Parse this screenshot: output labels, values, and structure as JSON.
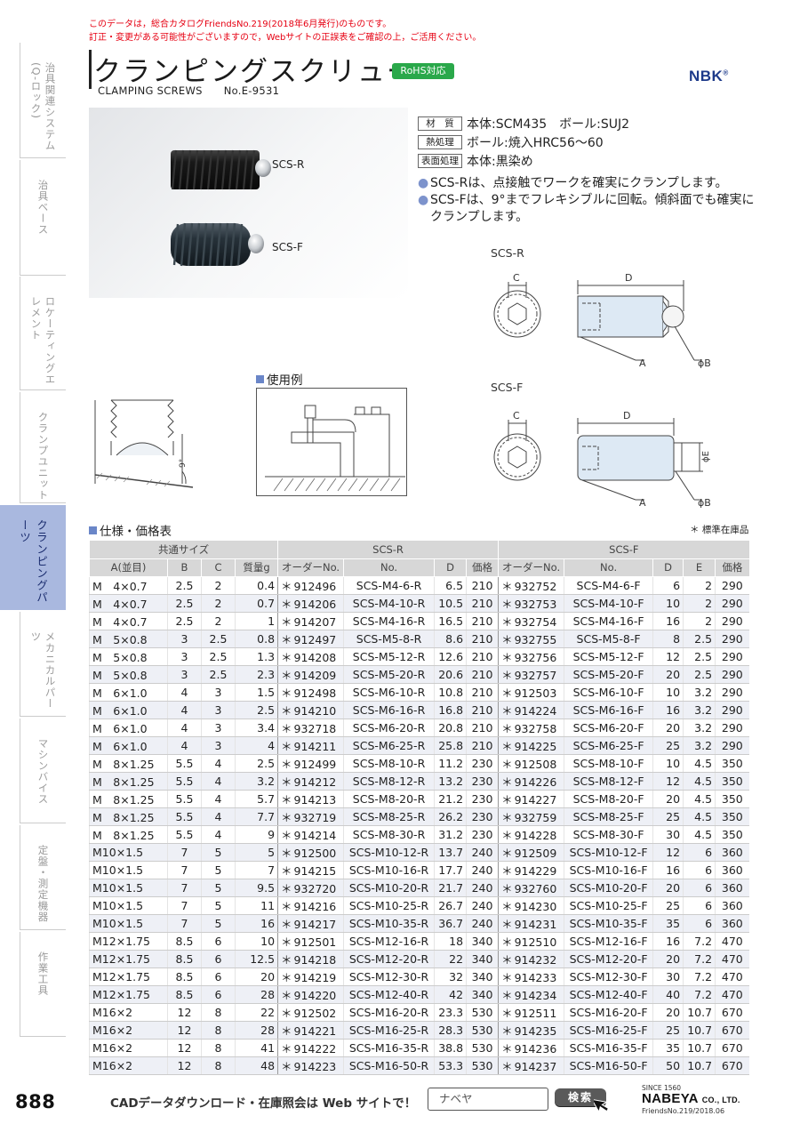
{
  "notice": {
    "line1": "このデータは，総合カタログFriendsNo.219(2018年6月発行)のものです。",
    "line2": "訂正・変更がある可能性がございますので，Webサイトの正誤表をご確認の上，ご活用ください。"
  },
  "sidebar": [
    {
      "label": "治具関連システム(Q-ロック)",
      "active": false
    },
    {
      "label": "治具ベース",
      "active": false
    },
    {
      "label": "ロケーティングエレメント",
      "active": false
    },
    {
      "label": "クランプユニット",
      "active": false
    },
    {
      "label": "クランピングパーツ",
      "active": true
    },
    {
      "label": "メカニカルパーツ",
      "active": false
    },
    {
      "label": "マシンバイス",
      "active": false
    },
    {
      "label": "定盤・測定機器",
      "active": false
    },
    {
      "label": "作業工具",
      "active": false
    }
  ],
  "header": {
    "title": "クランピングスクリュー",
    "rohs": "RoHS対応",
    "subtitle": "CLAMPING SCREWS",
    "catalog": "No.E-9531",
    "logo": "NBK",
    "logo_mark": "®"
  },
  "photo": {
    "label_r": "SCS-R",
    "label_f": "SCS-F"
  },
  "specs": [
    {
      "key": "材　質",
      "value": "本体:SCM435　ボール:SUJ2"
    },
    {
      "key": "熱処理",
      "value": "ボール:焼入HRC56～60"
    },
    {
      "key": "表面処理",
      "value": "本体:黒染め"
    }
  ],
  "features": [
    "SCS-Rは、点接触でワークを確実にクランプします。",
    "SCS-Fは、9°までフレキシブルに回転。傾斜面でも確実にクランプします。"
  ],
  "drawings": {
    "r_title": "SCS-R",
    "f_title": "SCS-F",
    "c": "C",
    "d": "D",
    "a": "A",
    "b": "ϕB",
    "e": "ϕE",
    "angle": "9°"
  },
  "usage_title": "使用例",
  "table_title": "仕様・価格表",
  "legend": "＊ 標準在庫品",
  "table": {
    "group_common": "共通サイズ",
    "group_r": "SCS-R",
    "group_f": "SCS-F",
    "headers": [
      "A(並目)",
      "B",
      "C",
      "質量g",
      "オーダーNo.",
      "No.",
      "D",
      "価格",
      "オーダーNo.",
      "No.",
      "D",
      "E",
      "価格"
    ],
    "rows": [
      [
        "M　4×0.7",
        "2.5",
        "2",
        "0.4",
        "912496",
        "SCS-M4-6-R",
        "6.5",
        "210",
        "932752",
        "SCS-M4-6-F",
        "6",
        "2",
        "290"
      ],
      [
        "M　4×0.7",
        "2.5",
        "2",
        "0.7",
        "914206",
        "SCS-M4-10-R",
        "10.5",
        "210",
        "932753",
        "SCS-M4-10-F",
        "10",
        "2",
        "290"
      ],
      [
        "M　4×0.7",
        "2.5",
        "2",
        "1",
        "914207",
        "SCS-M4-16-R",
        "16.5",
        "210",
        "932754",
        "SCS-M4-16-F",
        "16",
        "2",
        "290"
      ],
      [
        "M　5×0.8",
        "3",
        "2.5",
        "0.8",
        "912497",
        "SCS-M5-8-R",
        "8.6",
        "210",
        "932755",
        "SCS-M5-8-F",
        "8",
        "2.5",
        "290"
      ],
      [
        "M　5×0.8",
        "3",
        "2.5",
        "1.3",
        "914208",
        "SCS-M5-12-R",
        "12.6",
        "210",
        "932756",
        "SCS-M5-12-F",
        "12",
        "2.5",
        "290"
      ],
      [
        "M　5×0.8",
        "3",
        "2.5",
        "2.3",
        "914209",
        "SCS-M5-20-R",
        "20.6",
        "210",
        "932757",
        "SCS-M5-20-F",
        "20",
        "2.5",
        "290"
      ],
      [
        "M　6×1.0",
        "4",
        "3",
        "1.5",
        "912498",
        "SCS-M6-10-R",
        "10.8",
        "210",
        "912503",
        "SCS-M6-10-F",
        "10",
        "3.2",
        "290"
      ],
      [
        "M　6×1.0",
        "4",
        "3",
        "2.5",
        "914210",
        "SCS-M6-16-R",
        "16.8",
        "210",
        "914224",
        "SCS-M6-16-F",
        "16",
        "3.2",
        "290"
      ],
      [
        "M　6×1.0",
        "4",
        "3",
        "3.4",
        "932718",
        "SCS-M6-20-R",
        "20.8",
        "210",
        "932758",
        "SCS-M6-20-F",
        "20",
        "3.2",
        "290"
      ],
      [
        "M　6×1.0",
        "4",
        "3",
        "4",
        "914211",
        "SCS-M6-25-R",
        "25.8",
        "210",
        "914225",
        "SCS-M6-25-F",
        "25",
        "3.2",
        "290"
      ],
      [
        "M　8×1.25",
        "5.5",
        "4",
        "2.5",
        "912499",
        "SCS-M8-10-R",
        "11.2",
        "230",
        "912508",
        "SCS-M8-10-F",
        "10",
        "4.5",
        "350"
      ],
      [
        "M　8×1.25",
        "5.5",
        "4",
        "3.2",
        "914212",
        "SCS-M8-12-R",
        "13.2",
        "230",
        "914226",
        "SCS-M8-12-F",
        "12",
        "4.5",
        "350"
      ],
      [
        "M　8×1.25",
        "5.5",
        "4",
        "5.7",
        "914213",
        "SCS-M8-20-R",
        "21.2",
        "230",
        "914227",
        "SCS-M8-20-F",
        "20",
        "4.5",
        "350"
      ],
      [
        "M　8×1.25",
        "5.5",
        "4",
        "7.7",
        "932719",
        "SCS-M8-25-R",
        "26.2",
        "230",
        "932759",
        "SCS-M8-25-F",
        "25",
        "4.5",
        "350"
      ],
      [
        "M　8×1.25",
        "5.5",
        "4",
        "9",
        "914214",
        "SCS-M8-30-R",
        "31.2",
        "230",
        "914228",
        "SCS-M8-30-F",
        "30",
        "4.5",
        "350"
      ],
      [
        "M10×1.5",
        "7",
        "5",
        "5",
        "912500",
        "SCS-M10-12-R",
        "13.7",
        "240",
        "912509",
        "SCS-M10-12-F",
        "12",
        "6",
        "360"
      ],
      [
        "M10×1.5",
        "7",
        "5",
        "7",
        "914215",
        "SCS-M10-16-R",
        "17.7",
        "240",
        "914229",
        "SCS-M10-16-F",
        "16",
        "6",
        "360"
      ],
      [
        "M10×1.5",
        "7",
        "5",
        "9.5",
        "932720",
        "SCS-M10-20-R",
        "21.7",
        "240",
        "932760",
        "SCS-M10-20-F",
        "20",
        "6",
        "360"
      ],
      [
        "M10×1.5",
        "7",
        "5",
        "11",
        "914216",
        "SCS-M10-25-R",
        "26.7",
        "240",
        "914230",
        "SCS-M10-25-F",
        "25",
        "6",
        "360"
      ],
      [
        "M10×1.5",
        "7",
        "5",
        "16",
        "914217",
        "SCS-M10-35-R",
        "36.7",
        "240",
        "914231",
        "SCS-M10-35-F",
        "35",
        "6",
        "360"
      ],
      [
        "M12×1.75",
        "8.5",
        "6",
        "10",
        "912501",
        "SCS-M12-16-R",
        "18",
        "340",
        "912510",
        "SCS-M12-16-F",
        "16",
        "7.2",
        "470"
      ],
      [
        "M12×1.75",
        "8.5",
        "6",
        "12.5",
        "914218",
        "SCS-M12-20-R",
        "22",
        "340",
        "914232",
        "SCS-M12-20-F",
        "20",
        "7.2",
        "470"
      ],
      [
        "M12×1.75",
        "8.5",
        "6",
        "20",
        "914219",
        "SCS-M12-30-R",
        "32",
        "340",
        "914233",
        "SCS-M12-30-F",
        "30",
        "7.2",
        "470"
      ],
      [
        "M12×1.75",
        "8.5",
        "6",
        "28",
        "914220",
        "SCS-M12-40-R",
        "42",
        "340",
        "914234",
        "SCS-M12-40-F",
        "40",
        "7.2",
        "470"
      ],
      [
        "M16×2",
        "12",
        "8",
        "22",
        "912502",
        "SCS-M16-20-R",
        "23.3",
        "530",
        "912511",
        "SCS-M16-20-F",
        "20",
        "10.7",
        "670"
      ],
      [
        "M16×2",
        "12",
        "8",
        "28",
        "914221",
        "SCS-M16-25-R",
        "28.3",
        "530",
        "914235",
        "SCS-M16-25-F",
        "25",
        "10.7",
        "670"
      ],
      [
        "M16×2",
        "12",
        "8",
        "41",
        "914222",
        "SCS-M16-35-R",
        "38.8",
        "530",
        "914236",
        "SCS-M16-35-F",
        "35",
        "10.7",
        "670"
      ],
      [
        "M16×2",
        "12",
        "8",
        "48",
        "914223",
        "SCS-M16-50-R",
        "53.3",
        "530",
        "914237",
        "SCS-M16-50-F",
        "50",
        "10.7",
        "670"
      ]
    ]
  },
  "footer": {
    "page": "888",
    "cad": "CADデータダウンロード・在庫照会は Web サイトで！",
    "search_value": "ナベヤ",
    "search_button": "検索",
    "since": "SINCE 1560",
    "company": "NABEYA",
    "company_suffix": "CO., LTD.",
    "friends": "FriendsNo.219/2018.06"
  }
}
